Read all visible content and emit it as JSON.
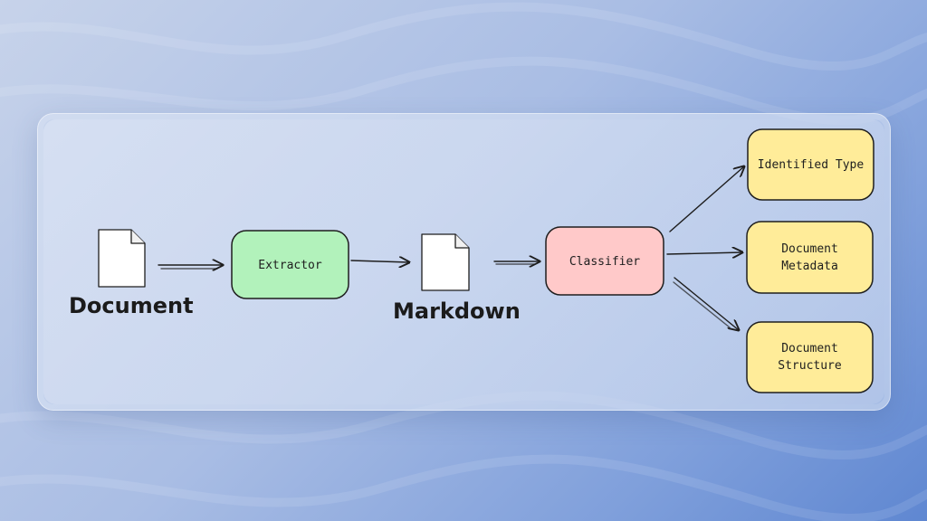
{
  "diagram": {
    "nodes": {
      "document": {
        "label": "Document"
      },
      "extractor": {
        "label": "Extractor",
        "color": "#b2f2bb"
      },
      "markdown": {
        "label": "Markdown"
      },
      "classifier": {
        "label": "Classifier",
        "color": "#ffc9c9"
      },
      "identified_type": {
        "label": "Identified Type",
        "color": "#ffec99"
      },
      "document_metadata": {
        "label_line1": "Document",
        "label_line2": "Metadata",
        "color": "#ffec99"
      },
      "document_structure": {
        "label_line1": "Document",
        "label_line2": "Structure",
        "color": "#ffec99"
      }
    },
    "icons": [
      "file-icon",
      "file-icon",
      "arrow-icon"
    ]
  }
}
